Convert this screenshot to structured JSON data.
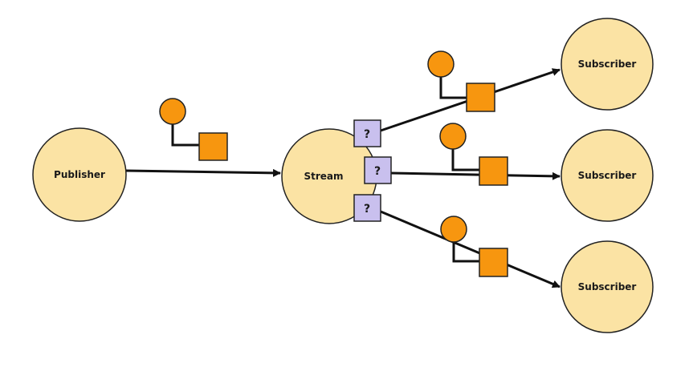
{
  "nodes": {
    "publisher": {
      "label": "Publisher"
    },
    "stream": {
      "label": "Stream"
    },
    "subscribers": [
      {
        "label": "Subscriber"
      },
      {
        "label": "Subscriber"
      },
      {
        "label": "Subscriber"
      }
    ]
  },
  "filters": [
    {
      "label": "?"
    },
    {
      "label": "?"
    },
    {
      "label": "?"
    }
  ],
  "colors": {
    "node_fill": "#fbe3a4",
    "node_stroke": "#222222",
    "token_fill": "#f7960f",
    "filter_fill": "#c9c0ee",
    "edge": "#111111"
  }
}
